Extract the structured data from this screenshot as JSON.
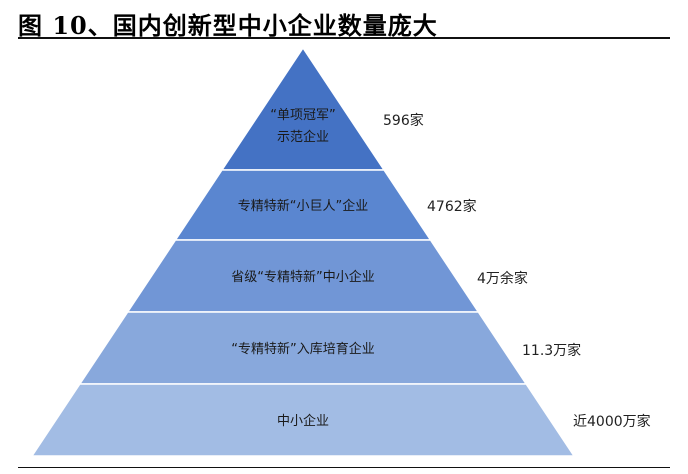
{
  "figure": {
    "title": "图 10、国内创新型中小企业数量庞大"
  },
  "pyramid": {
    "levels": [
      {
        "label": [
          "“单项冠军”",
          "示范企业"
        ],
        "count": "596家",
        "color": "#4472c4"
      },
      {
        "label": [
          "专精特新“小巨人”企业"
        ],
        "count": "4762家",
        "color": "#5a86d0"
      },
      {
        "label": [
          "省级“专精特新”中小企业"
        ],
        "count": "4万余家",
        "color": "#7196d6"
      },
      {
        "label": [
          "“专精特新”入库培育企业"
        ],
        "count": "11.3万家",
        "color": "#88a8dc"
      },
      {
        "label": [
          "中小企业"
        ],
        "count": "近4000万家",
        "color": "#a2bce4"
      }
    ]
  }
}
